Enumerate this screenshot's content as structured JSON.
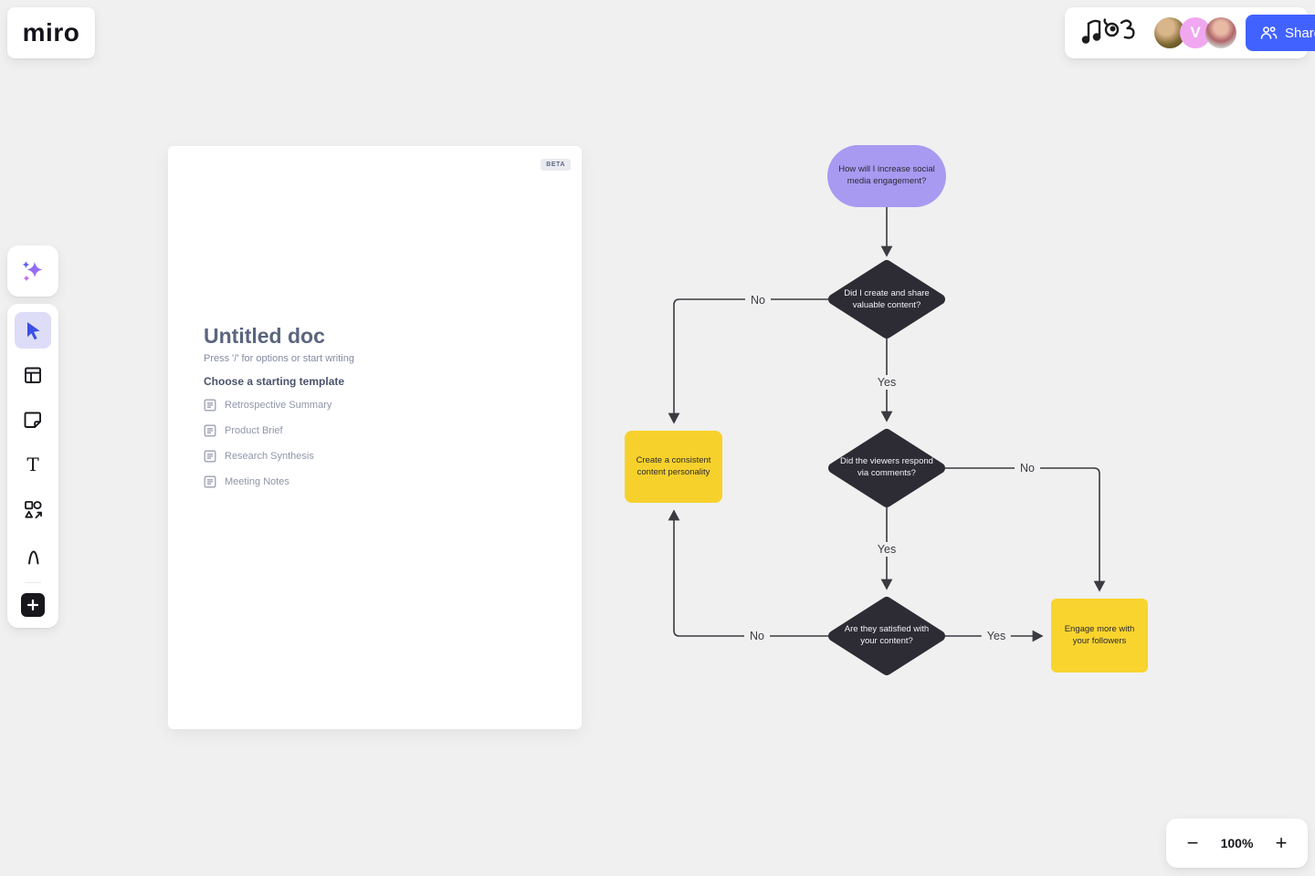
{
  "app": {
    "name": "miro"
  },
  "colors": {
    "accent_blue": "#4262FF",
    "canvas_bg": "#F0F0F0",
    "shape_purple": "#A89AF1",
    "shape_dark": "#2D2C35",
    "shape_yellow": "#F7D12B",
    "active_tool_bg": "#DDDDF8"
  },
  "topbar": {
    "share_label": "Share",
    "collaborators": [
      {
        "type": "photo"
      },
      {
        "type": "initial",
        "initial": "V"
      },
      {
        "type": "photo"
      }
    ]
  },
  "sidebar": {
    "active_tool": "select",
    "tools": [
      "ai-assist",
      "select",
      "frames",
      "sticky-note",
      "text",
      "shapes",
      "pen",
      "add"
    ]
  },
  "doc_panel": {
    "beta_badge": "BETA",
    "title": "Untitled doc",
    "hint": "Press '/' for options or start writing",
    "templates_heading": "Choose a starting template",
    "templates": [
      {
        "label": "Retrospective Summary"
      },
      {
        "label": "Product Brief"
      },
      {
        "label": "Research Synthesis"
      },
      {
        "label": "Meeting Notes"
      }
    ]
  },
  "flowchart": {
    "nodes": [
      {
        "type": "terminator",
        "text": "How will I increase social media engagement?"
      },
      {
        "type": "decision",
        "text": "Did I create and share valuable content?"
      },
      {
        "type": "decision",
        "text": "Did the viewers respond via comments?"
      },
      {
        "type": "decision",
        "text": "Are they satisfied with your content?"
      },
      {
        "type": "process",
        "text": "Create a consistent content personality"
      },
      {
        "type": "process",
        "text": "Engage more with your followers"
      }
    ],
    "labels": {
      "yes": "Yes",
      "no": "No"
    }
  },
  "zoom_controls": {
    "zoom_out": "−",
    "level": "100%",
    "zoom_in": "+"
  }
}
